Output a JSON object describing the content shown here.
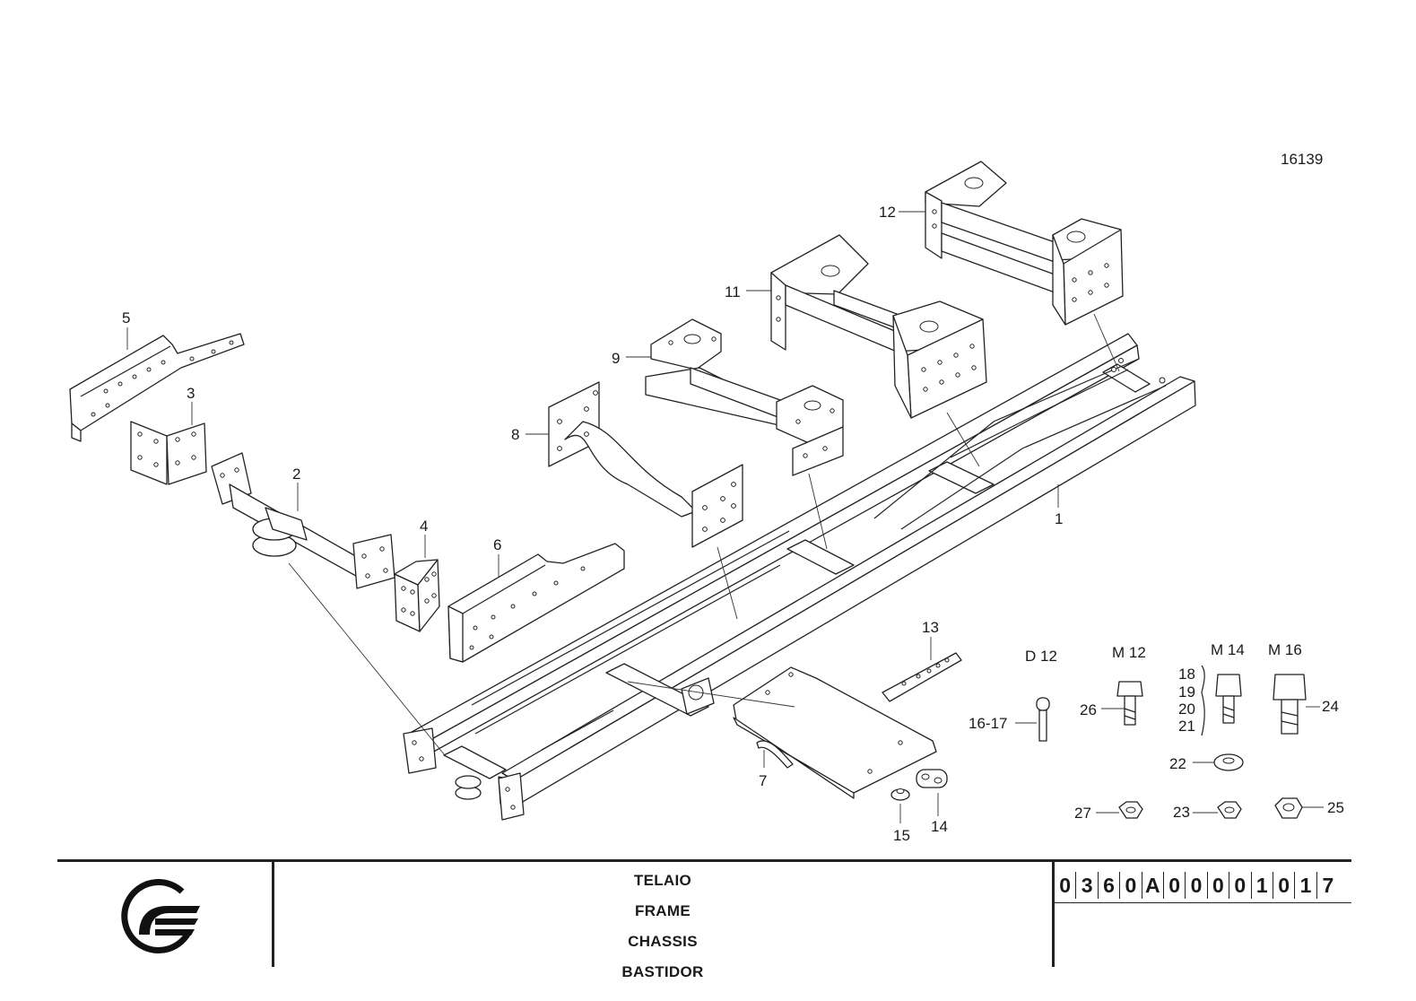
{
  "drawing_number": "16139",
  "part_labels": {
    "p1": "1",
    "p2": "2",
    "p3": "3",
    "p4": "4",
    "p5": "5",
    "p6": "6",
    "p7": "7",
    "p8": "8",
    "p9": "9",
    "p11": "11",
    "p12": "12",
    "p13": "13",
    "p14": "14",
    "p15": "15",
    "p16_17": "16-17",
    "p18": "18",
    "p19": "19",
    "p20": "20",
    "p21": "21",
    "p22": "22",
    "p23": "23",
    "p24": "24",
    "p25": "25",
    "p26": "26",
    "p27": "27"
  },
  "thread_labels": {
    "d12": "D 12",
    "m12": "M 12",
    "m14": "M 14",
    "m16": "M 16"
  },
  "titles": {
    "it": "TELAIO",
    "en": "FRAME",
    "fr": "CHASSIS",
    "es": "BASTIDOR"
  },
  "code_chars": [
    "0",
    "3",
    "6",
    "0",
    "A",
    "0",
    "0",
    "0",
    "0",
    "1",
    "0",
    "1",
    "7"
  ]
}
